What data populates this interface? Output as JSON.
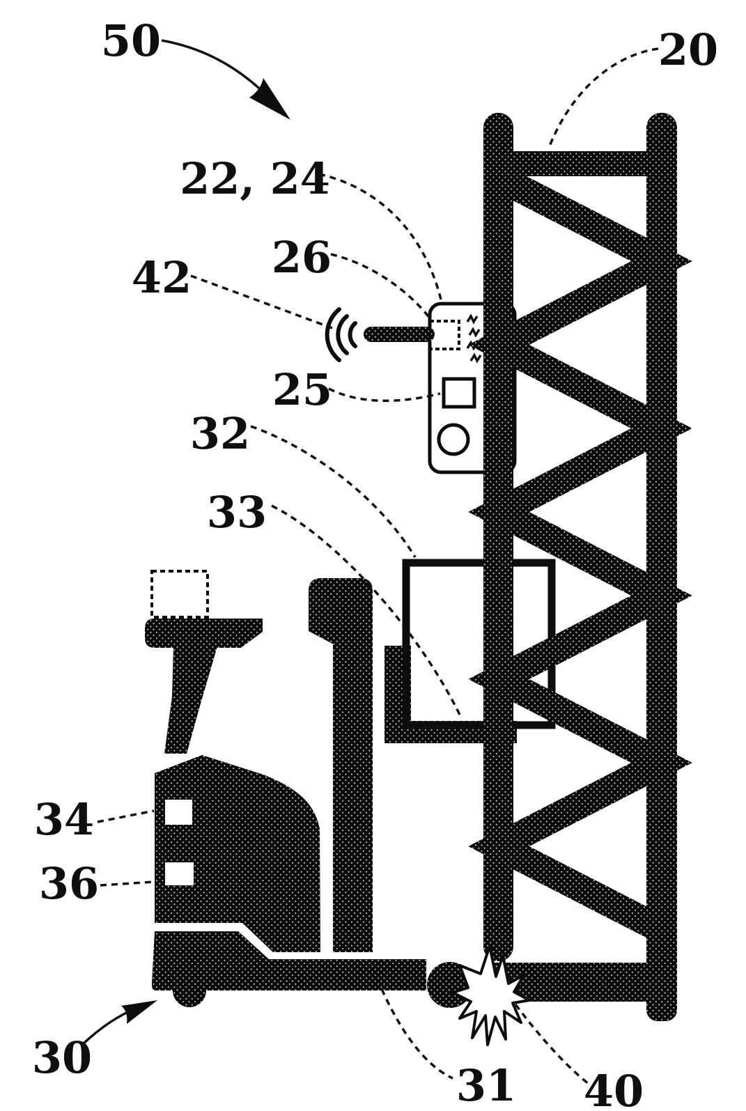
{
  "figure": {
    "type": "patent-line-diagram",
    "background": "#ffffff",
    "ink": "#0d0d0d",
    "labels": {
      "l50": "50",
      "l20": "20",
      "l22_24": "22, 24",
      "l26": "26",
      "l42": "42",
      "l25": "25",
      "l32": "32",
      "l33": "33",
      "l34": "34",
      "l36": "36",
      "l30": "30",
      "l31": "31",
      "l40": "40"
    },
    "parts": {
      "rack_truss": "20",
      "sensor-device": "22, 24",
      "antenna": "26",
      "wireless-waves": "42",
      "device-indicator-square": "25",
      "pallet-box": "32",
      "fork": "33",
      "forklift": "30",
      "body-indicator-upper": "34",
      "body-indicator-lower": "36",
      "front-wheel": "31",
      "impact-starburst": "40",
      "system-overview": "50"
    }
  }
}
